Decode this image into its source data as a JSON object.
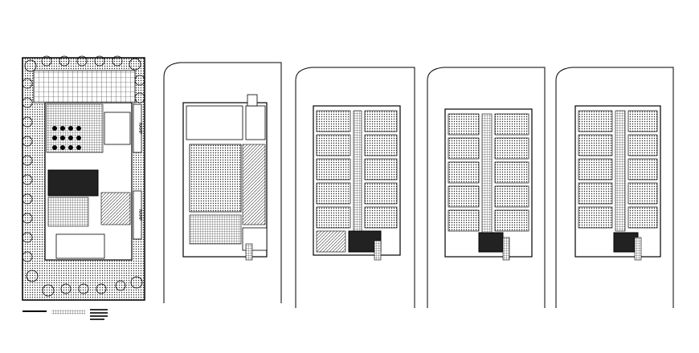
{
  "title_block": {
    "title": "",
    "lines": []
  },
  "site_plan": {
    "ramp_labels": [
      "RAMP",
      "RAMP"
    ]
  },
  "sheets": [
    {
      "id": "site-plan",
      "kind": "ground-site"
    },
    {
      "id": "plan-2",
      "kind": "ground-floor"
    },
    {
      "id": "plan-3",
      "kind": "typical-floor"
    },
    {
      "id": "plan-4",
      "kind": "typical-floor"
    },
    {
      "id": "plan-5",
      "kind": "typical-floor"
    }
  ],
  "colors": {
    "ink": "#000000",
    "paper": "#ffffff",
    "hatch": "#555555"
  }
}
